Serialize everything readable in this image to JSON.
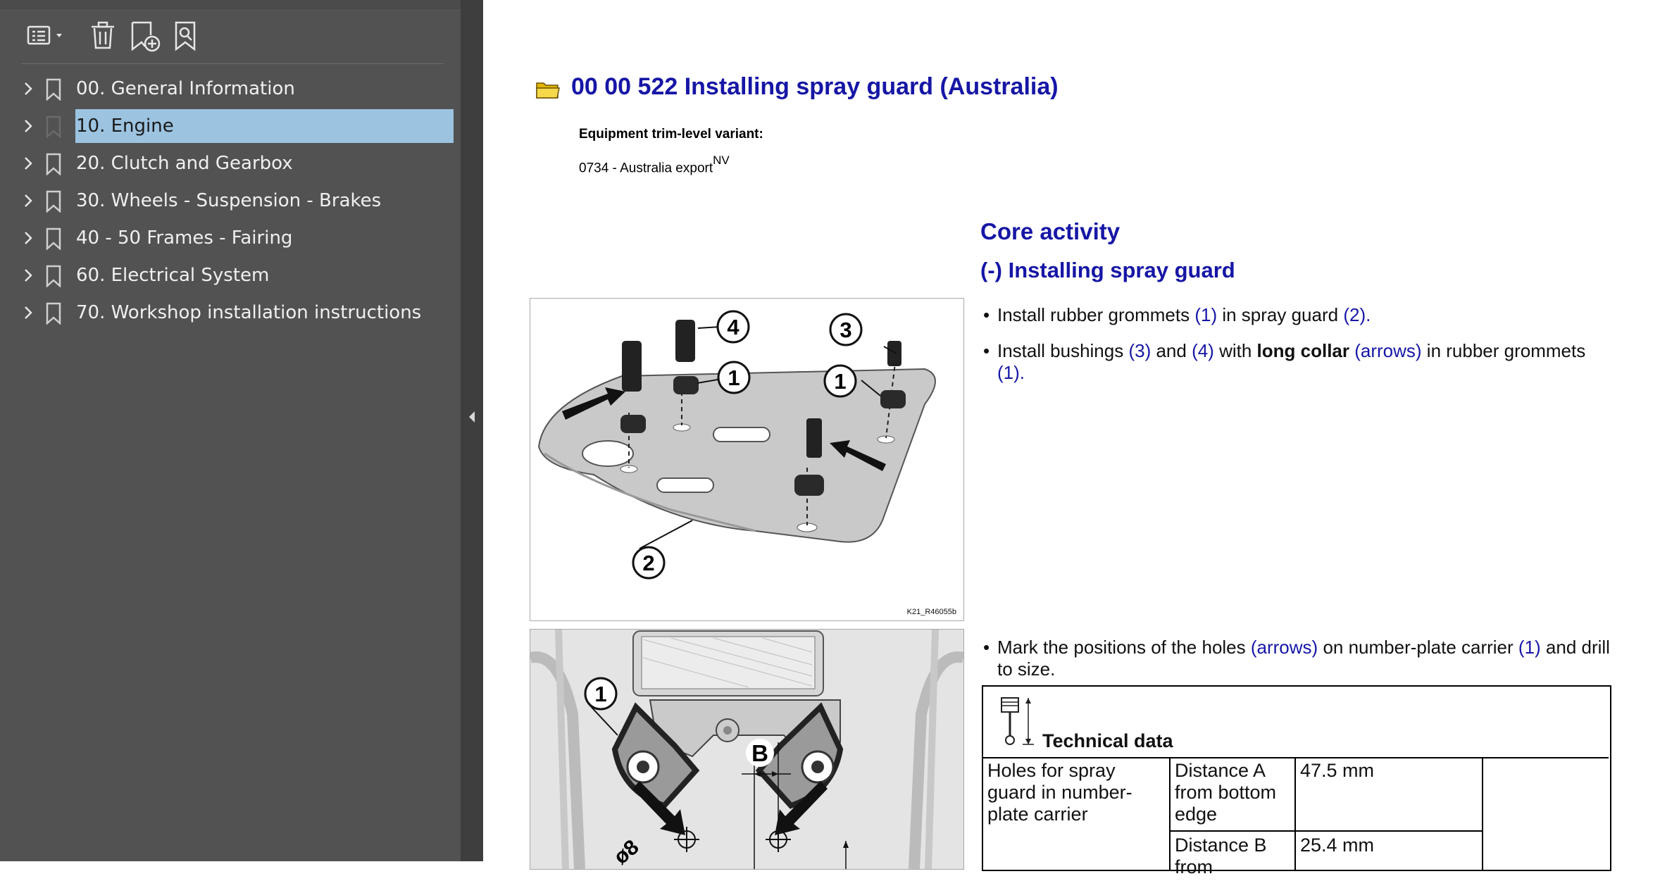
{
  "sidebar": {
    "toolbar": {
      "options_icon": "list-options-icon",
      "delete_icon": "trash-icon",
      "add_bookmark_icon": "bookmark-add-icon",
      "find_bookmark_icon": "bookmark-search-icon"
    },
    "items": [
      {
        "label": "00. General Information",
        "selected": false
      },
      {
        "label": "10. Engine",
        "selected": true
      },
      {
        "label": "20. Clutch and Gearbox",
        "selected": false
      },
      {
        "label": "30. Wheels - Suspension - Brakes",
        "selected": false
      },
      {
        "label": "40 - 50 Frames - Fairing",
        "selected": false
      },
      {
        "label": "60. Electrical System",
        "selected": false
      },
      {
        "label": "70. Workshop installation instructions",
        "selected": false
      }
    ]
  },
  "document": {
    "title": "00 00 522 Installing spray guard (Australia)",
    "variant_label": "Equipment trim-level variant:",
    "variant_value": "0734 - Australia export",
    "variant_sup": "NV",
    "core_heading": "Core activity",
    "step_heading": "(-) Installing spray guard",
    "figure1": {
      "code": "K21_R46055b",
      "callouts": [
        "4",
        "3",
        "1",
        "1",
        "2"
      ]
    },
    "figure2": {
      "callouts": [
        "1",
        "B"
      ],
      "dimension": "ø8"
    },
    "instructions": {
      "i1": {
        "t1": "Install rubber grommets ",
        "r1": "(1)",
        "t2": " in spray guard ",
        "r2": "(2)."
      },
      "i2": {
        "t1": "Install bushings ",
        "r1": "(3)",
        "t2": " and ",
        "r2": "(4)",
        "t3": " with ",
        "b1": "long collar",
        "t4": " ",
        "r3": "(arrows)",
        "t5": " in rubber grommets ",
        "r4": "(1)."
      },
      "i3": {
        "t1": "Mark the positions of the holes ",
        "r1": "(arrows)",
        "t2": " on number-plate carrier ",
        "r2": "(1)",
        "t3": " and drill to size."
      }
    },
    "technical_data": {
      "title": "Technical data",
      "row_label": "Holes for spray guard in number-plate carrier",
      "rows": [
        {
          "name": "Distance A from bottom edge",
          "value": "47.5 mm"
        },
        {
          "name": "Distance B from",
          "value": "25.4 mm"
        }
      ]
    }
  },
  "colors": {
    "sidebar_bg": "#525252",
    "selection": "#9cc3e0",
    "heading_blue": "#1616a6"
  }
}
